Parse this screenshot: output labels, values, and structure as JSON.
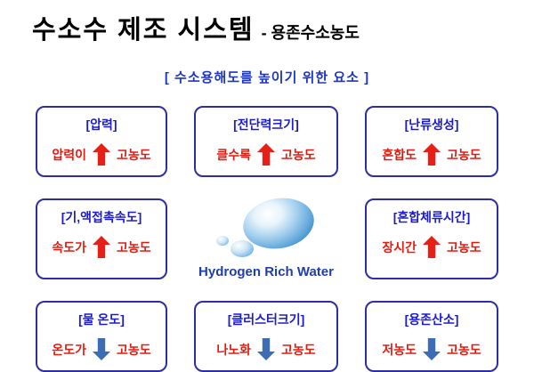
{
  "header": {
    "title": "수소수 제조 시스템",
    "subtitle": "- 용존수소농도"
  },
  "section": {
    "label": "[ 수소용해도를 높이기 위한 요소 ]"
  },
  "center": {
    "caption": "Hydrogen Rich Water"
  },
  "boxes": [
    {
      "title": "[압력]",
      "factor": "압력이",
      "arrow": "up",
      "result": "고농도"
    },
    {
      "title": "[전단력크기]",
      "factor": "클수록",
      "arrow": "up",
      "result": "고농도"
    },
    {
      "title": "[난류생성]",
      "factor": "혼합도",
      "arrow": "up",
      "result": "고농도"
    },
    {
      "title": "[기,액접촉속도]",
      "factor": "속도가",
      "arrow": "up",
      "result": "고농도"
    },
    {
      "title": "[혼합체류시간]",
      "factor": "장시간",
      "arrow": "up",
      "result": "고농도"
    },
    {
      "title": "[물 온도]",
      "factor": "온도가",
      "arrow": "down",
      "result": "고농도"
    },
    {
      "title": "[클러스터크기]",
      "factor": "나노화",
      "arrow": "down",
      "result": "고농도"
    },
    {
      "title": "[용존산소]",
      "factor": "저농도",
      "arrow": "down",
      "result": "고농도"
    }
  ],
  "colors": {
    "title_text": "#000000",
    "accent_blue": "#1b1bcc",
    "border_blue": "#2d2da6",
    "section_blue": "#1f36c0",
    "content_red": "#e01c10",
    "up_arrow_red": "#e62017",
    "down_arrow_blue": "#3c6cb4",
    "caption_blue": "#1f3fae"
  }
}
